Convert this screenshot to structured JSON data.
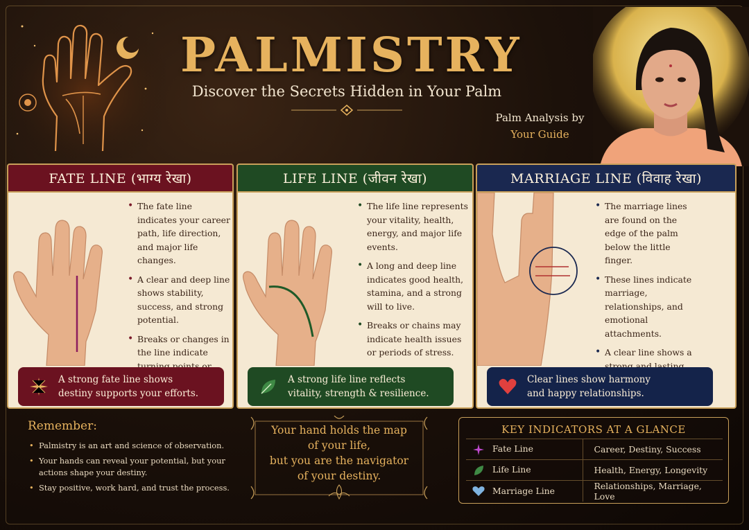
{
  "header": {
    "title": "PALMISTRY",
    "subtitle": "Discover the Secrets Hidden in Your Palm",
    "guide_line1": "Palm Analysis by",
    "guide_line2": "Your Guide"
  },
  "cards": {
    "fate": {
      "title": "FATE LINE (भाग्य रेखा)",
      "bullets": [
        "The fate line indicates your career path, life direction, and major life changes.",
        "A clear and deep line shows stability, success, and strong potential.",
        "Breaks or changes in the line indicate turning points or changes in life."
      ],
      "summary_line1": "A strong fate line shows",
      "summary_line2": "destiny supports your efforts.",
      "icon": "sparkle-icon",
      "color": "#6b1220"
    },
    "life": {
      "title": "LIFE LINE (जीवन रेखा)",
      "bullets": [
        "The life line represents your vitality, health, energy, and major life events.",
        "A long and deep line indicates good health, stamina, and a strong will to live.",
        "Breaks or chains may indicate health issues or periods of stress."
      ],
      "summary_line1": "A strong life line reflects",
      "summary_line2": "vitality, strength & resilience.",
      "icon": "leaf-icon",
      "color": "#1f4a23"
    },
    "marriage": {
      "title": "MARRIAGE LINE (विवाह रेखा)",
      "bullets": [
        "The marriage lines are found on the edge of the palm below the little finger.",
        "These lines indicate marriage, relationships, and emotional attachments.",
        "A clear line shows a strong and lasting relationship."
      ],
      "summary_line1": "Clear lines show harmony",
      "summary_line2": "and happy relationships.",
      "icon": "heart-icon",
      "color": "#1a2850"
    }
  },
  "remember": {
    "title": "Remember:",
    "items": [
      "Palmistry is an art and science of observation.",
      "Your hands can reveal your potential, but your actions shape your destiny.",
      "Stay positive, work hard, and trust the process."
    ]
  },
  "quote": {
    "line1": "Your hand holds the map",
    "line2": "of your life,",
    "line3": "but you are the navigator",
    "line4": "of your destiny."
  },
  "key_indicators": {
    "title": "KEY INDICATORS AT A GLANCE",
    "rows": [
      {
        "line": "Fate Line",
        "meaning": "Career, Destiny, Success",
        "icon": "sparkle-icon"
      },
      {
        "line": "Life Line",
        "meaning": "Health, Energy, Longevity",
        "icon": "leaf-icon"
      },
      {
        "line": "Marriage Line",
        "meaning": "Relationships, Marriage, Love",
        "icon": "heart-icon"
      }
    ]
  },
  "colors": {
    "gold": "#e6b25e",
    "fate": "#6b1220",
    "life": "#1f4a23",
    "marriage": "#1a2850",
    "parchment": "#f5e9d3"
  }
}
